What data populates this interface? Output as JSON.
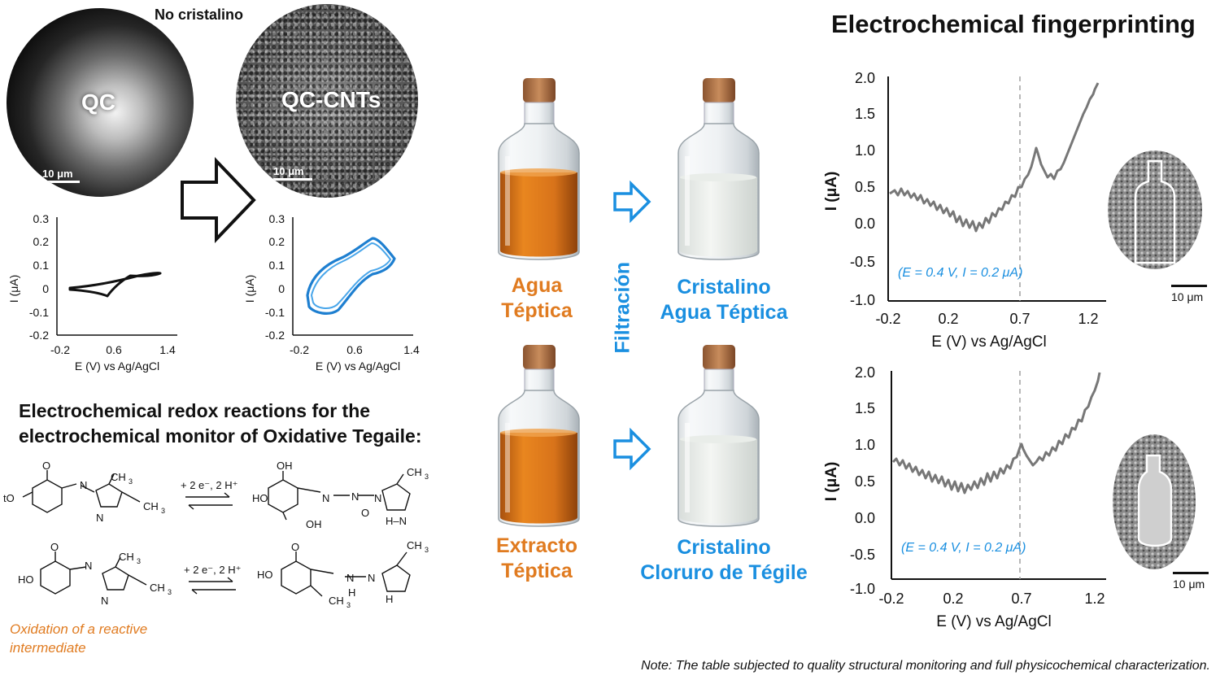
{
  "top_label": "No cristalino",
  "micrographs": {
    "qc": {
      "label": "QC",
      "scale": "10 μm"
    },
    "qc_cnts": {
      "label": "QC-CNTs",
      "scale": "10 μm"
    }
  },
  "small_cv": {
    "xlabel": "E (V) vs Ag/AgCl",
    "ylabel": "I (μA)",
    "xticks": [
      "-0.2",
      "0.6",
      "1.4"
    ],
    "yticks": [
      "0.3",
      "0.2",
      "0.1",
      "0",
      "-0.1",
      "-0.2"
    ]
  },
  "redox": {
    "title_line1": "Electrochemical redox reactions for the",
    "title_line2": "electrochemical monitor of Oxidative Tegaile:",
    "arrow_label": "+ 2 e⁻, 2 H⁺",
    "note_line1": "Oxidation of a reactive",
    "note_line2": "intermediate"
  },
  "samples": {
    "filtration": "Filtración",
    "top_left_line1": "Agua",
    "top_left_line2": "Téptica",
    "top_right_line1": "Cristalino",
    "top_right_line2": "Agua Téptica",
    "bottom_left_line1": "Extracto",
    "bottom_left_line2": "Téptica",
    "bottom_right_line1": "Cristalino",
    "bottom_right_line2": "Cloruro de Tégile"
  },
  "fingerprint": {
    "title": "Electrochemical fingerprinting",
    "xlabel": "E (V) vs Ag/AgCl",
    "ylabel": "I (μA)",
    "xticks": [
      "-0.2",
      "0.2",
      "0.7",
      "1.2"
    ],
    "yticks": [
      "2.0",
      "1.5",
      "1.0",
      "0.5",
      "0.0",
      "-0.5",
      "-1.0"
    ],
    "annotation": "(E = 0.4 V, I = 0.2 μA)",
    "scale": "10 μm"
  },
  "note": "Note:  The table subjected to quality structural monitoring and full physicochemical characterization.",
  "colors": {
    "orange": "#e07b20",
    "blue": "#1a8fe0",
    "cv_blue": "#1e7fd0",
    "trace_gray": "#777777"
  }
}
